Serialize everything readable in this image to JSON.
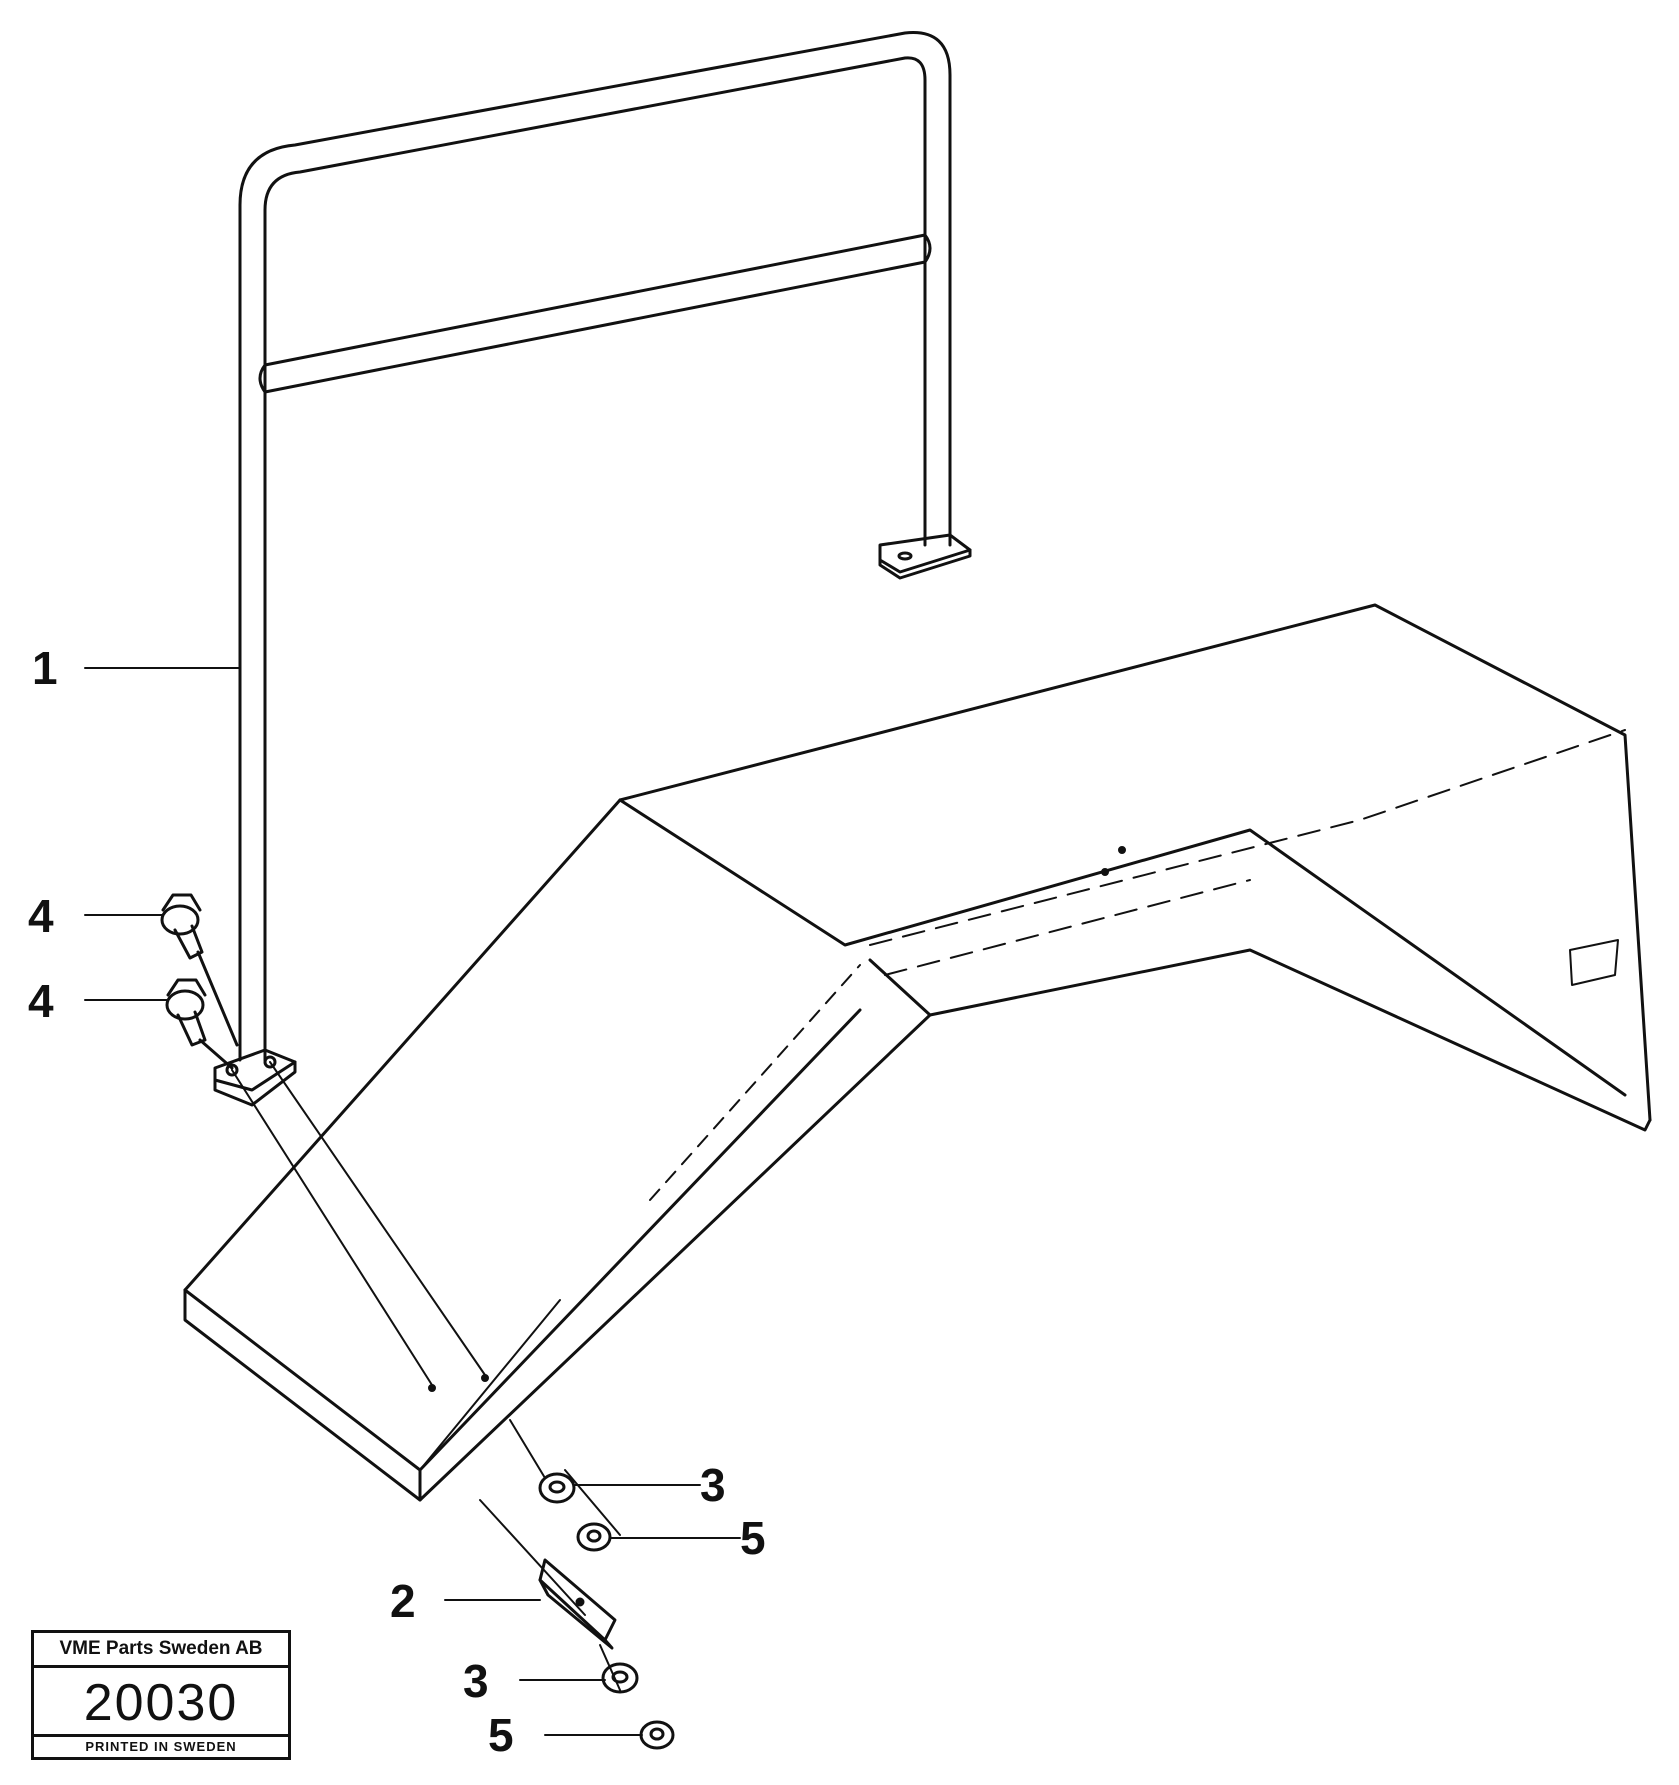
{
  "callouts": {
    "c1": "1",
    "c2": "2",
    "c3a": "3",
    "c3b": "3",
    "c4a": "4",
    "c4b": "4",
    "c5a": "5",
    "c5b": "5"
  },
  "stamp": {
    "company": "VME Parts Sweden AB",
    "code": "20030",
    "printed": "PRINTED IN SWEDEN"
  },
  "colors": {
    "ink": "#111111",
    "paper": "#ffffff"
  }
}
